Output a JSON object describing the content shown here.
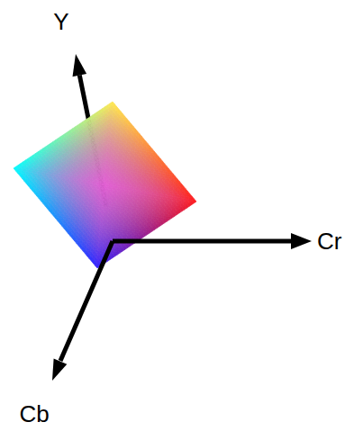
{
  "diagram": {
    "labels": [
      "Y",
      "Cr",
      "Cb"
    ]
  }
}
